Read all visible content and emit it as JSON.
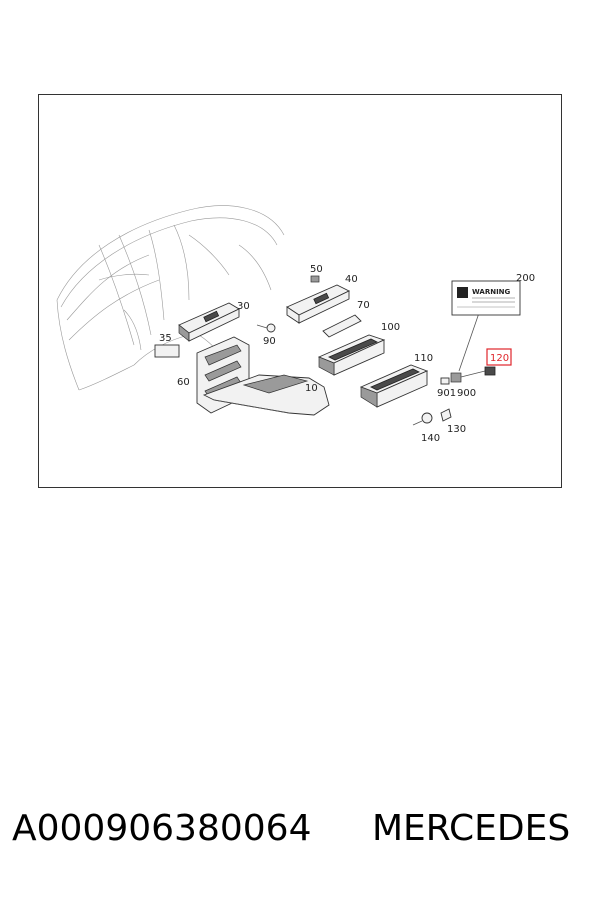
{
  "diagram": {
    "labels": {
      "l10": "10",
      "l30": "30",
      "l35": "35",
      "l40": "40",
      "l50": "50",
      "l60": "60",
      "l70": "70",
      "l90": "90",
      "l100": "100",
      "l110": "110",
      "l120": "120",
      "l130": "130",
      "l140": "140",
      "l200": "200",
      "l900": "900",
      "l901": "901"
    },
    "highlighted_part": "120",
    "warning_label": {
      "title": "WARNING"
    },
    "colors": {
      "highlight": "#e0262b",
      "line": "#555555"
    }
  },
  "footer": {
    "part_number": "A000906380064",
    "brand": "MERCEDES"
  }
}
